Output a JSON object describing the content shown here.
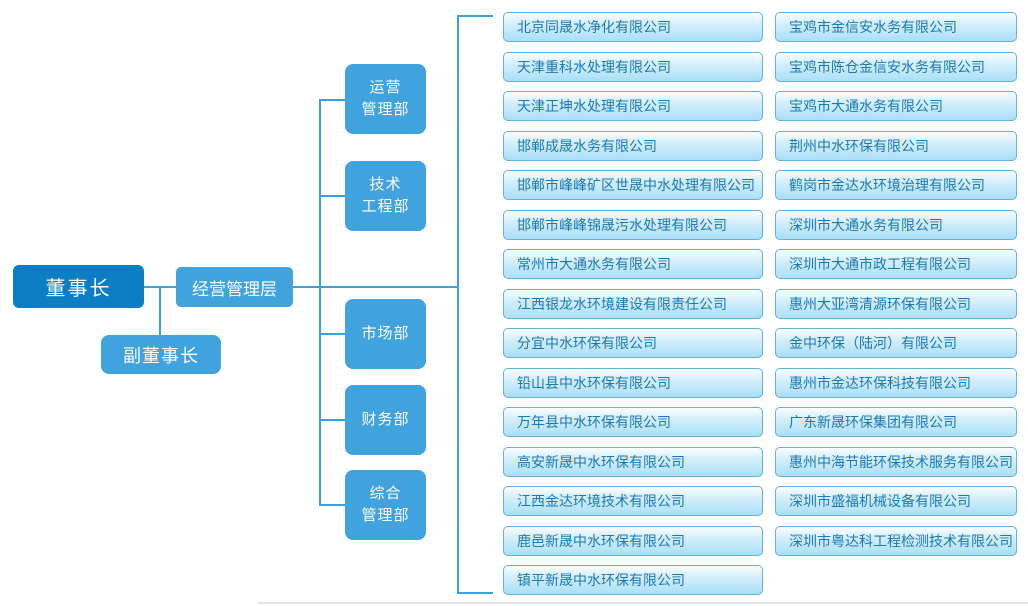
{
  "leadership": {
    "chairman": "董事长",
    "vice_chairman": "副董事长",
    "management": "经营管理层"
  },
  "departments": [
    "运营\n管理部",
    "技术\n工程部",
    "市场部",
    "财务部",
    "综合\n管理部"
  ],
  "companies_left": [
    "北京同晟水净化有限公司",
    "天津重科水处理有限公司",
    "天津正坤水处理有限公司",
    "邯郸成晟水务有限公司",
    "邯郸市峰峰矿区世晟中水处理有限公司",
    "邯郸市峰峰锦晟污水处理有限公司",
    "常州市大通水务有限公司",
    "江西银龙水环境建设有限责任公司",
    "分宜中水环保有限公司",
    "铅山县中水环保有限公司",
    "万年县中水环保有限公司",
    "高安新晟中水环保有限公司",
    "江西金达环境技术有限公司",
    "鹿邑新晟中水环保有限公司",
    "镇平新晟中水环保有限公司"
  ],
  "companies_right": [
    "宝鸡市金信安水务有限公司",
    "宝鸡市陈仓金信安水务有限公司",
    "宝鸡市大通水务有限公司",
    "荆州中水环保有限公司",
    "鹤岗市金达水环境治理有限公司",
    "深圳市大通水务有限公司",
    "深圳市大通市政工程有限公司",
    "惠州大亚湾清源环保有限公司",
    "金中环保（陆河）有限公司",
    "惠州市金达环保科技有限公司",
    "广东新晟环保集团有限公司",
    "惠州中海节能环保技术服务有限公司",
    "深圳市盛福机械设备有限公司",
    "深圳市粤达科工程检测技术有限公司"
  ],
  "colors": {
    "chairman_bg": "#0d7ec3",
    "node_bg": "#41a3dd",
    "line": "#3da0dc",
    "company_border": "#5fb2e2",
    "company_text": "#1a79b7"
  }
}
